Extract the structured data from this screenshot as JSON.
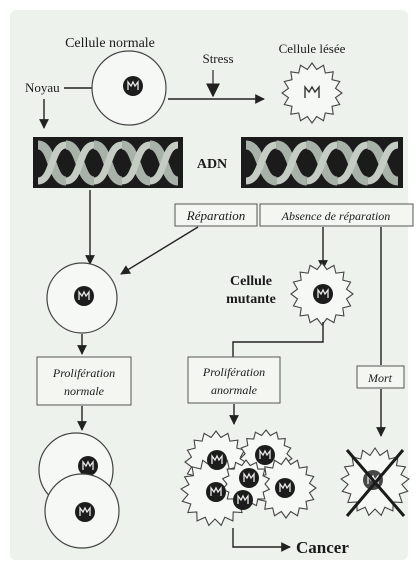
{
  "labels": {
    "cellule_normale": "Cellule normale",
    "stress": "Stress",
    "cellule_lesee": "Cellule lésée",
    "noyau": "Noyau",
    "adn": "ADN",
    "reparation": "Réparation",
    "absence_reparation": "Absence de réparation",
    "cellule_mutante_l1": "Cellule",
    "cellule_mutante_l2": "mutante",
    "prolif_normale_l1": "Prolifération",
    "prolif_normale_l2": "normale",
    "prolif_anormale_l1": "Prolifération",
    "prolif_anormale_l2": "anormale",
    "mort": "Mort",
    "cancer": "Cancer",
    "nucleus_glyph": "M"
  },
  "colors": {
    "page": "#ffffff",
    "paper": "#eef2ec",
    "dna_band": "#1b1b1b",
    "dna_strand": "#a9b2a9",
    "nucleus": "#1c1c1c",
    "cross": "#1a1a1a"
  }
}
